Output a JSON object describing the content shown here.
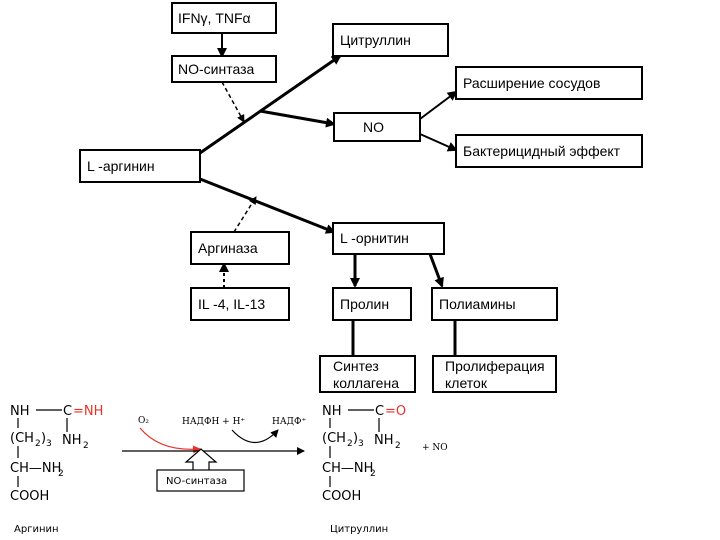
{
  "pathway": {
    "inducers_top": "IFNγ, TNFα",
    "no_synthase": "NO-синтаза",
    "l_arginine": "L -аргинин",
    "citrulline": "Цитруллин",
    "no": "NO",
    "vasodilation": "Расширение сосудов",
    "bactericidal": "Бактерицидный эффект",
    "arginase": "Аргиназа",
    "inducers_bottom": "IL -4, IL-13",
    "l_ornithine": "L -орнитин",
    "proline": "Пролин",
    "polyamines": "Полиамины",
    "collagen_line1": "Синтез",
    "collagen_line2": "коллагена",
    "prolif_line1": "Пролиферация",
    "prolif_line2": "клеток"
  },
  "reaction": {
    "arginine_name": "Аргинин",
    "citrulline_name": "Цитруллин",
    "nh": "NH",
    "c": "C",
    "eq_nh": "=NH",
    "eq_o": "=O",
    "nh2": "NH",
    "sub2": "2",
    "ch2": "(CH",
    "sub3": "3",
    "ch_nh2": "CH—NH",
    "cooh": "COOH",
    "o2": "O₂",
    "nadph_in": "НАДФН + Н⁺",
    "nadph_out": "НАДФ⁺",
    "enzyme": "NO-синтаза",
    "plus_no": "+  NO"
  },
  "colors": {
    "accent_red": "#e8312a",
    "line": "#000000"
  }
}
